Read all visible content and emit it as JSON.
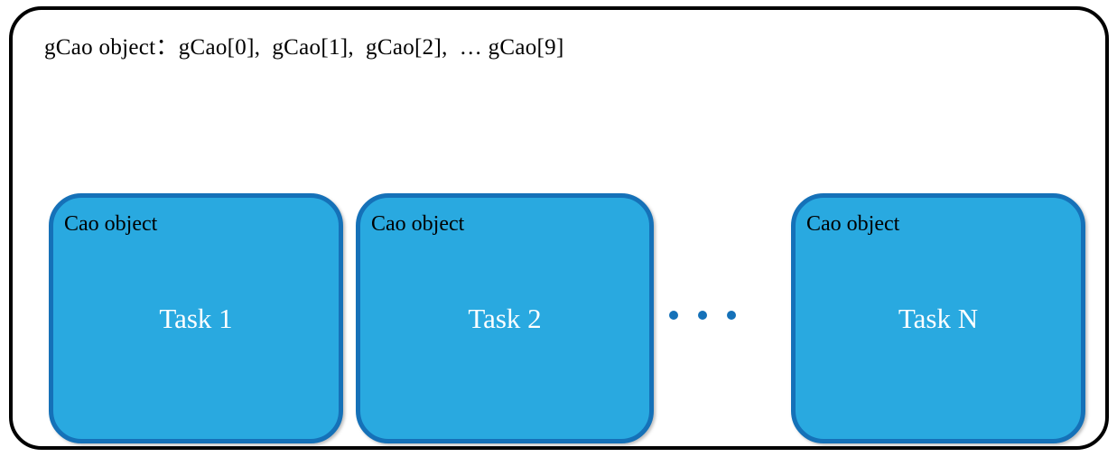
{
  "header": {
    "text": "gCao object：gCao[0],  gCao[1],  gCao[2],  … gCao[9]"
  },
  "boxes": [
    {
      "label": "Cao object",
      "task": "Task 1"
    },
    {
      "label": "Cao object",
      "task": "Task 2"
    },
    {
      "label": "Cao object",
      "task": "Task N"
    }
  ],
  "ellipsis": {
    "dot_count": 3,
    "icon": "ellipsis-dot"
  },
  "colors": {
    "box_fill": "#29A9E0",
    "box_border": "#1571B8",
    "frame_border": "#000000",
    "task_text": "#FFFFFF",
    "label_text": "#000000",
    "page_bg": "#FFFFFF"
  }
}
